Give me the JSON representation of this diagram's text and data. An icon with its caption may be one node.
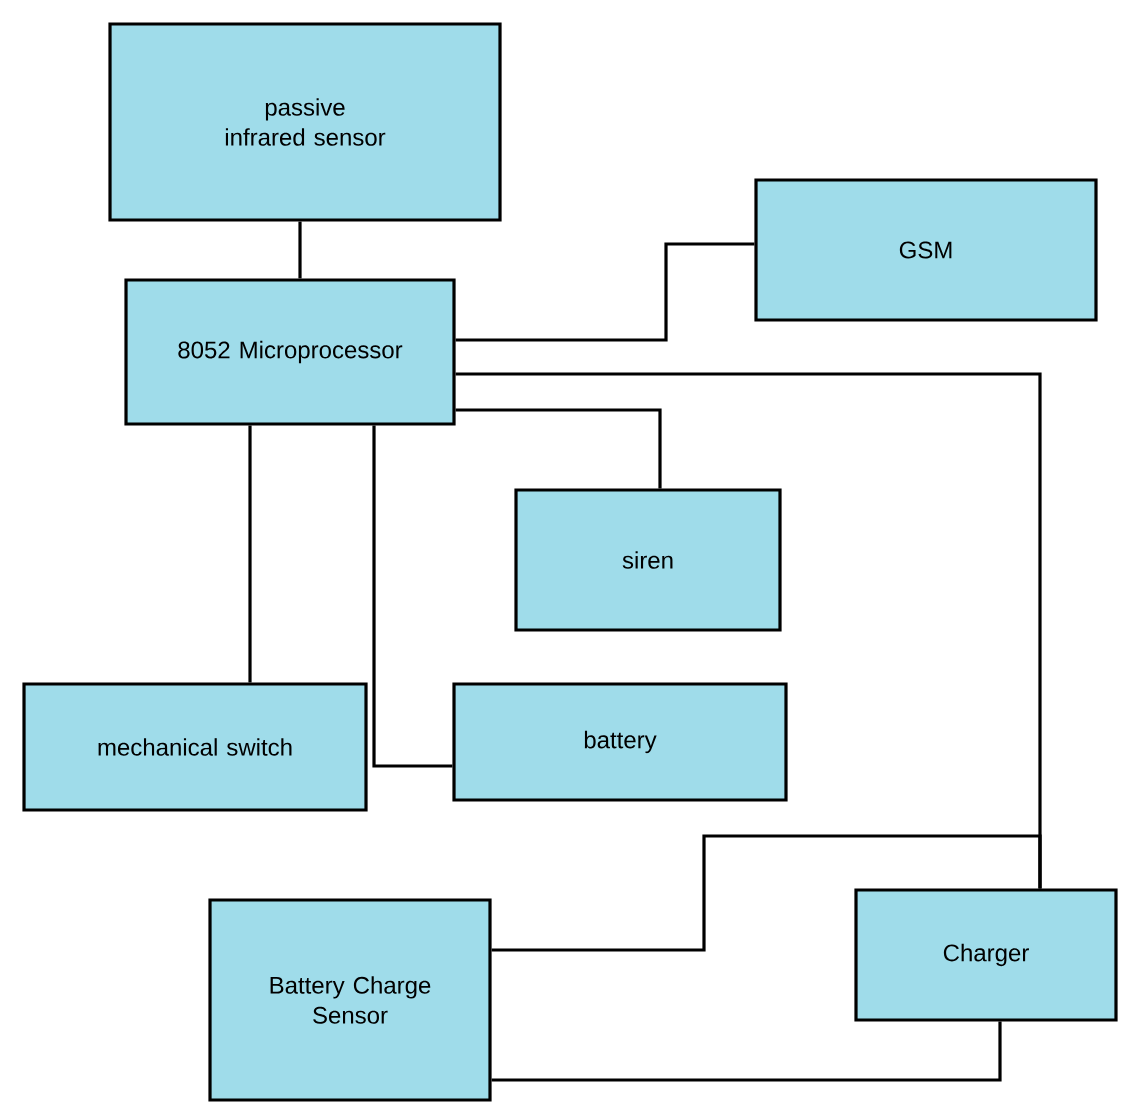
{
  "diagram": {
    "nodes": [
      {
        "text": [
          "passive infrared sensor"
        ]
      },
      {
        "text": [
          "8052 Microprocessor"
        ]
      },
      {
        "text": [
          "GSM"
        ]
      },
      {
        "text": [
          "siren"
        ]
      },
      {
        "text": [
          "mechanical switch"
        ]
      },
      {
        "text": [
          "battery"
        ]
      },
      {
        "text": [
          "Battery Charge Sensor"
        ]
      },
      {
        "text": [
          "Charger"
        ]
      }
    ],
    "edges": [
      {
        "from": 0,
        "to": 1,
        "arrow": "none"
      },
      {
        "from": 1,
        "to": 2,
        "arrow": "none"
      },
      {
        "from": 1,
        "to": 7,
        "arrow": "none"
      },
      {
        "from": 1,
        "to": 3,
        "arrow": "none"
      },
      {
        "from": 1,
        "to": 4,
        "arrow": "none"
      },
      {
        "from": 1,
        "to": 5,
        "arrow": "none"
      },
      {
        "from": 6,
        "to": 7,
        "arrow": "none"
      },
      {
        "from": 7,
        "to": 6,
        "arrow": "none"
      }
    ]
  }
}
